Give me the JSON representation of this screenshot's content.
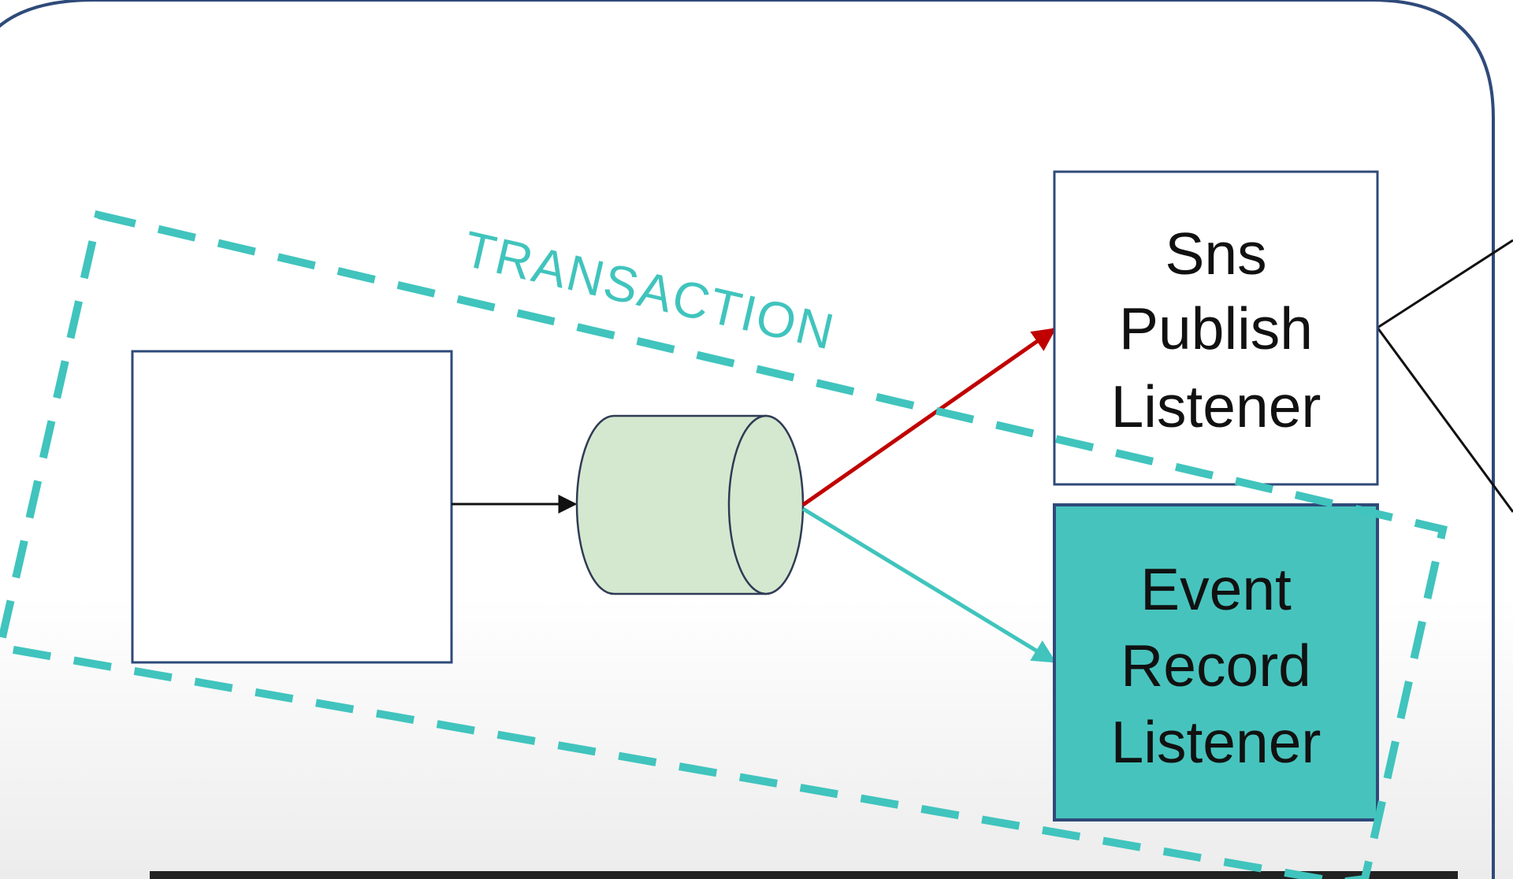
{
  "diagram": {
    "transaction_label": "TRANSACTION",
    "source_box_label": "",
    "queue_label": "",
    "sns_listener": {
      "lines": [
        "Sns",
        "Publish",
        "Listener"
      ]
    },
    "event_listener": {
      "lines": [
        "Event",
        "Record",
        "Listener"
      ]
    }
  },
  "colors": {
    "frame": "#2f4a7a",
    "box_border": "#2f4a7a",
    "transaction_dash": "#40c4bd",
    "cylinder_fill": "#d4e8cf",
    "event_box_fill": "#47c3bd",
    "red_arrow": "#c00000",
    "teal_arrow": "#40c4bd",
    "black_arrow": "#111111",
    "bottom_bar": "#222222"
  },
  "icons": {
    "arrow_head": "triangle-arrowhead"
  }
}
